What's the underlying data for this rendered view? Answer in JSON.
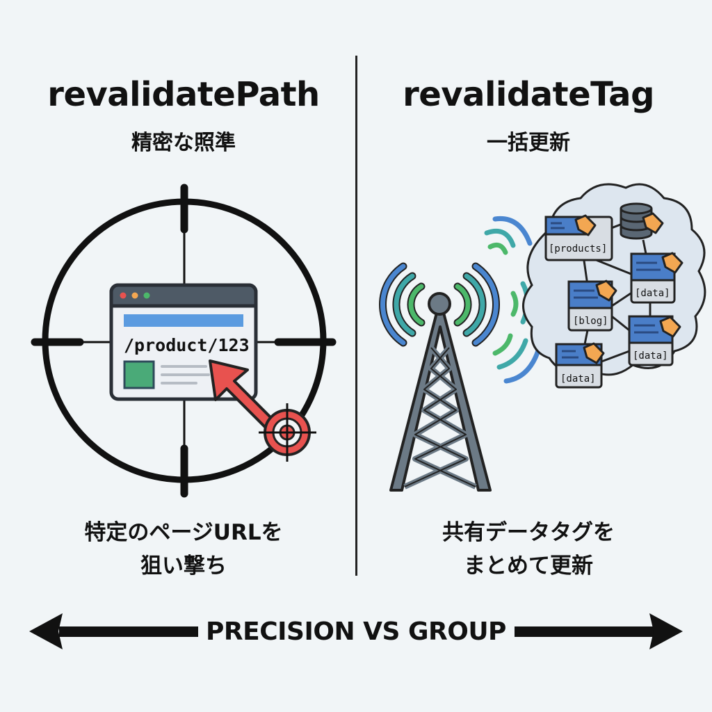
{
  "left": {
    "title": "revalidatePath",
    "subtitle": "精密な照準",
    "browser_path": "/product/123",
    "caption_line1": "特定のページURLを",
    "caption_line2": "狙い撃ち",
    "icons": [
      "crosshair-icon",
      "browser-window-icon",
      "arrow-icon",
      "target-icon"
    ]
  },
  "right": {
    "title": "revalidateTag",
    "subtitle": "一括更新",
    "caption_line1": "共有データタグを",
    "caption_line2": "まとめて更新",
    "nodes": [
      {
        "label": "[products]"
      },
      {
        "label": "[data]"
      },
      {
        "label": "[blog]"
      },
      {
        "label": "[data]"
      },
      {
        "label": "[data]"
      }
    ],
    "icons": [
      "broadcast-tower-icon",
      "signal-waves-icon",
      "cloud-icon",
      "database-icon",
      "tag-icon"
    ]
  },
  "bottom": {
    "label": "PRECISION VS GROUP"
  },
  "colors": {
    "background": "#f1f5f7",
    "accent_red": "#e8524f",
    "accent_blue": "#4a86d0",
    "accent_teal": "#3fa8a8",
    "accent_green": "#4cb86a",
    "tag_orange": "#f3a752",
    "tower_gray": "#6c7a86"
  }
}
